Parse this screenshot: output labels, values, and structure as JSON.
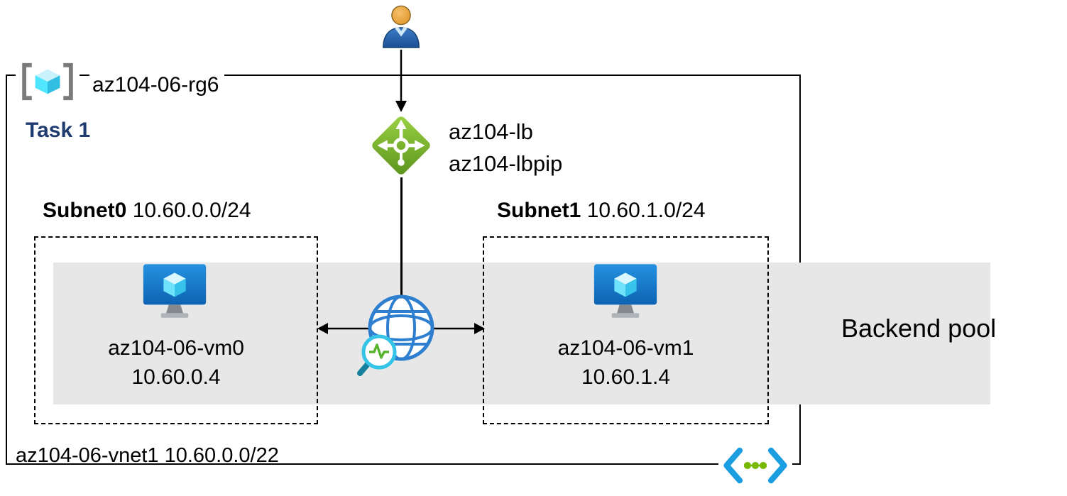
{
  "diagram": {
    "resource_group": {
      "label": "az104-06-rg6"
    },
    "task": {
      "label": "Task 1"
    },
    "load_balancer": {
      "name": "az104-lb",
      "public_ip": "az104-lbpip"
    },
    "subnet0": {
      "name": "Subnet0",
      "cidr": "10.60.0.0/24",
      "vm": {
        "name": "az104-06-vm0",
        "ip": "10.60.0.4"
      }
    },
    "subnet1": {
      "name": "Subnet1",
      "cidr": "10.60.1.0/24",
      "vm": {
        "name": "az104-06-vm1",
        "ip": "10.60.1.4"
      }
    },
    "backend_pool": {
      "label": "Backend pool"
    },
    "vnet": {
      "label": "az104-06-vnet1 10.60.0.0/22"
    },
    "icons": {
      "resource_group": "resource-group-brackets-cube",
      "user": "person",
      "load_balancer": "green-diamond-distribution",
      "probe": "globe-with-magnifier",
      "vm": "monitor-with-cube",
      "vnet": "chevrons-with-dots"
    },
    "colors": {
      "lb_green_light": "#8ed03f",
      "lb_green_dark": "#5c941c",
      "vm_blue_light": "#2492e0",
      "vm_blue_dark": "#0d63b2",
      "cube_blue": "#50e6ff",
      "vnet_blue": "#1b9de2",
      "dot_green": "#76b900",
      "band_gray": "#e7e7e7",
      "task_navy": "#1f3b70",
      "globe_blue": "#2e7fd0",
      "magnifier_cyan": "#35c3e8",
      "pulse_green": "#57b32e"
    }
  }
}
